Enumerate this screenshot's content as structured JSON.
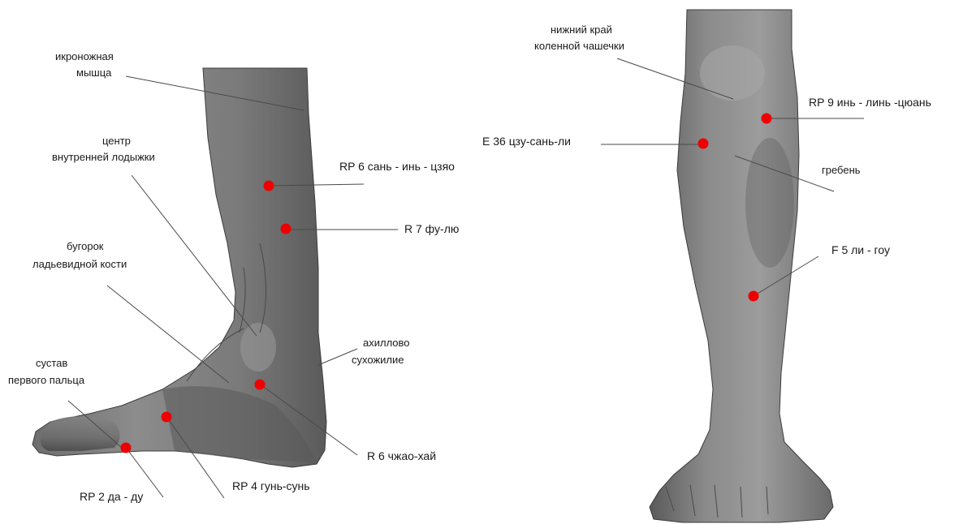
{
  "colors": {
    "point": "#ee0000",
    "skin_dark": "#5c5c5c",
    "skin_light": "#9a9a9a",
    "leader": "#4a4a4a"
  },
  "left_figure": {
    "labels": {
      "calf_muscle": [
        "икроножная",
        "мышца"
      ],
      "malleolus_center": [
        "центр",
        "внутренней лодыжки"
      ],
      "navicular_tubercle": [
        "бугорок",
        "ладьевидной кости"
      ],
      "first_toe_joint": [
        "сустав",
        "первого пальца"
      ],
      "achilles": [
        "ахиллово",
        "сухожилие"
      ]
    },
    "points": {
      "rp6": "RP 6 сань - инь - цзяо",
      "r7": "R 7  фу-лю",
      "r6": "R 6  чжао-хай",
      "rp4": "RP 4  гунь-сунь",
      "rp2": "RP 2 да - ду"
    }
  },
  "right_figure": {
    "labels": {
      "patella_edge": [
        "нижний край",
        "коленной чашечки"
      ],
      "crest": "гребень"
    },
    "points": {
      "rp9": "RP 9 инь - линь -цюань",
      "e36": "Е 36  цзу-сань-ли",
      "f5": "F 5 ли - гоу"
    }
  }
}
